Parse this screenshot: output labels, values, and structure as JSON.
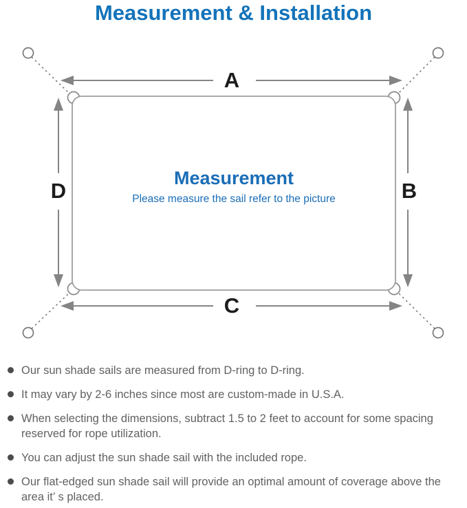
{
  "page": {
    "title": "Measurement & Installation"
  },
  "diagram": {
    "labels": {
      "top": "A",
      "right": "B",
      "bottom": "C",
      "left": "D"
    },
    "center": {
      "heading": "Measurement",
      "subheading": "Please measure the sail refer to the picture"
    },
    "icons": {
      "corner_rings": "d-ring-icon",
      "anchor_points": "anchor-point-icon",
      "ropes": "rope-dashed-line"
    }
  },
  "notes": [
    {
      "text": "Our sun shade sails are measured from D-ring to D-ring."
    },
    {
      "text": "It may vary by 2-6 inches since most are custom-made in U.S.A."
    },
    {
      "text": "When selecting the dimensions, subtract 1.5 to 2 feet to account for some spacing reserved for rope utilization."
    },
    {
      "text": "You can adjust the sun shade sail with the included rope."
    },
    {
      "text": "Our flat-edged sun shade sail will provide an optimal amount of coverage above the area it’ s placed."
    }
  ],
  "colors": {
    "accent_blue": "#1373ba",
    "center_text_blue": "#1a6db6",
    "label_black": "#1c1c1c",
    "note_gray": "#616161",
    "line_gray": "#8a8a8a"
  }
}
